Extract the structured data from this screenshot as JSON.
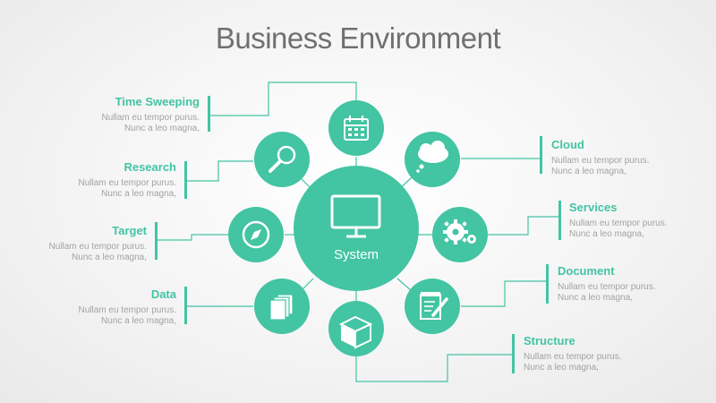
{
  "title": "Business Environment",
  "center": {
    "label": "System",
    "icon": "monitor-icon"
  },
  "colors": {
    "teal": "#43c4a3",
    "title": "#707070",
    "text": "#a2a2a2",
    "connector": "#43c4a3"
  },
  "nodes": [
    {
      "id": "time-sweeping",
      "label": "Time Sweeping",
      "desc": [
        "Nullam eu tempor purus.",
        "Nunc a leo magna,"
      ],
      "icon": "calendar-icon"
    },
    {
      "id": "research",
      "label": "Research",
      "desc": [
        "Nullam eu tempor purus.",
        "Nunc a leo magna,"
      ],
      "icon": "magnifier-icon"
    },
    {
      "id": "target",
      "label": "Target",
      "desc": [
        "Nullam eu tempor purus.",
        "Nunc a leo magna,"
      ],
      "icon": "compass-icon"
    },
    {
      "id": "data",
      "label": "Data",
      "desc": [
        "Nullam eu tempor purus.",
        "Nunc a leo magna,"
      ],
      "icon": "documents-icon"
    },
    {
      "id": "cloud",
      "label": "Cloud",
      "desc": [
        "Nullam eu tempor purus.",
        "Nunc a leo magna,"
      ],
      "icon": "cloud-icon"
    },
    {
      "id": "services",
      "label": "Services",
      "desc": [
        "Nullam eu tempor purus.",
        "Nunc a leo magna,"
      ],
      "icon": "gears-icon"
    },
    {
      "id": "document",
      "label": "Document",
      "desc": [
        "Nullam eu tempor purus.",
        "Nunc a leo magna,"
      ],
      "icon": "notepad-pen-icon"
    },
    {
      "id": "structure",
      "label": "Structure",
      "desc": [
        "Nullam eu tempor purus.",
        "Nunc a leo magna,"
      ],
      "icon": "cube-icon"
    }
  ]
}
